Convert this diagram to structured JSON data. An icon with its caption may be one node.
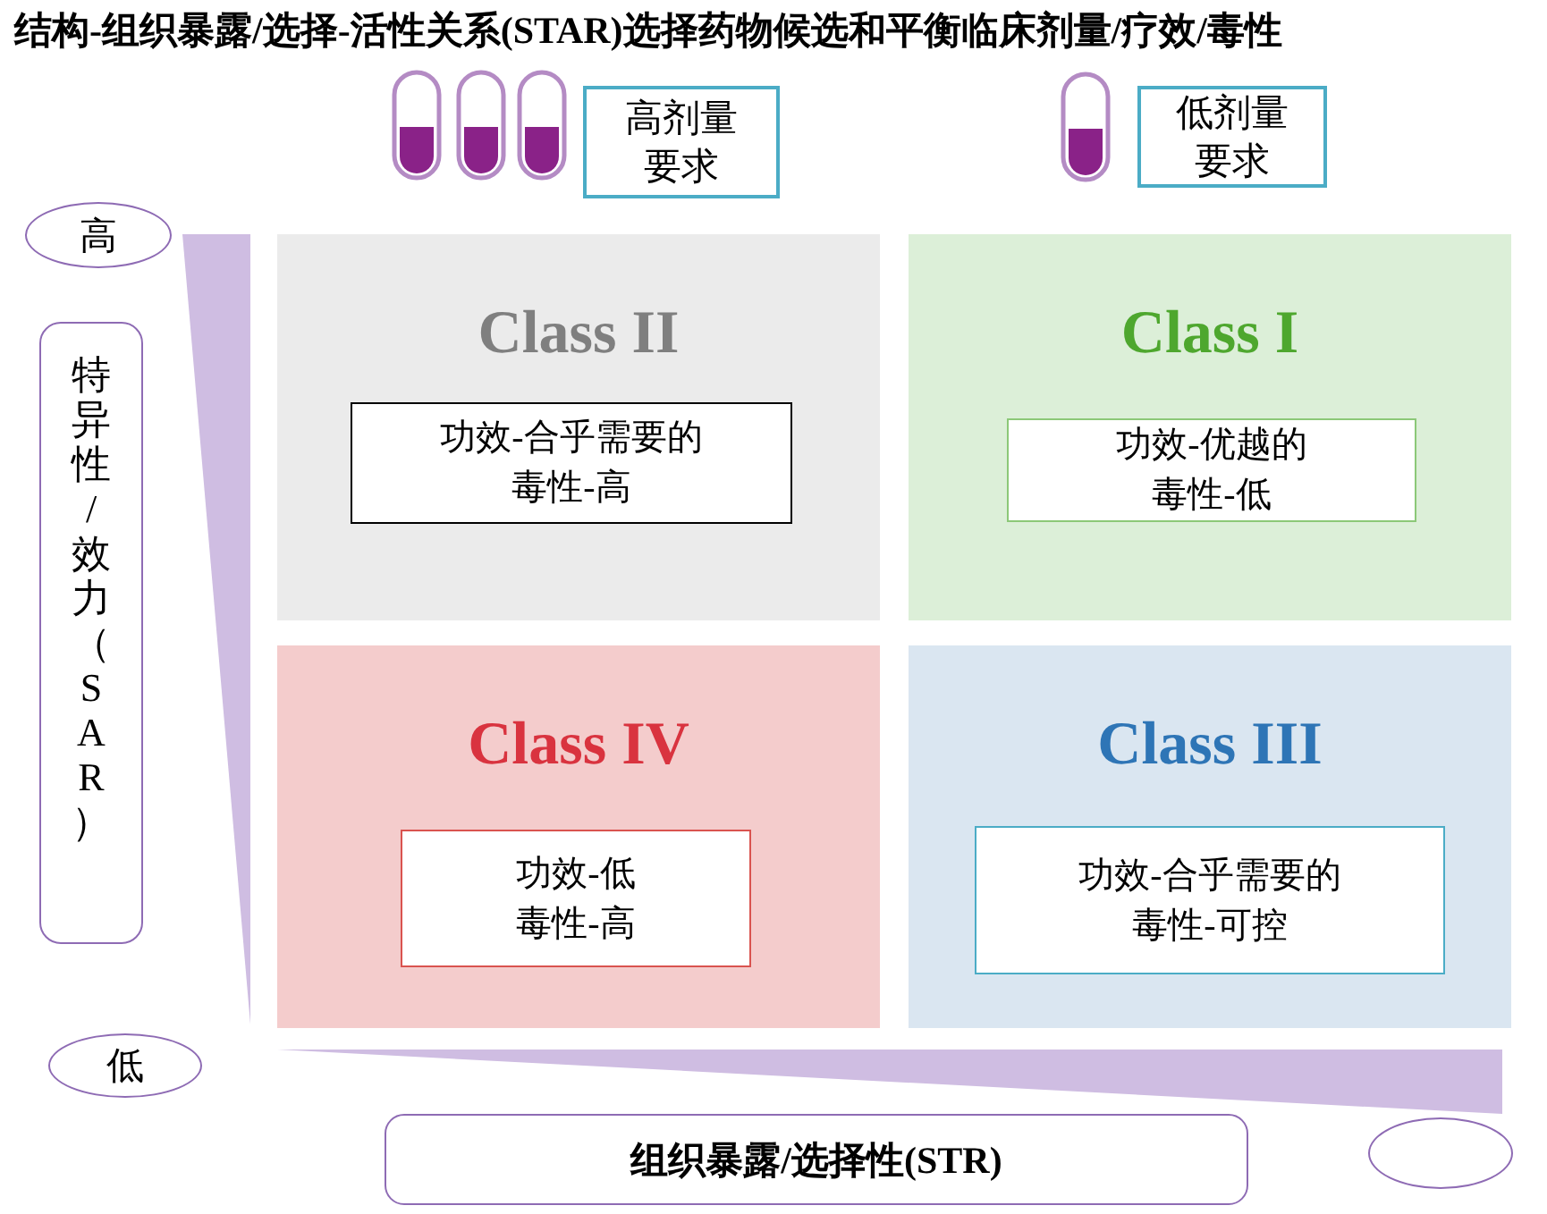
{
  "diagram": {
    "title": "结构-组织暴露/选择-活性关系(STAR)选择药物候选和平衡临床剂量/疗效/毒性",
    "nodes": [
      {
        "text": [
          "高剂量要求"
        ]
      },
      {
        "text": [
          "低剂量要求"
        ]
      },
      {
        "text": [
          "高"
        ]
      },
      {
        "text": [
          "特异性/效力（SAR）"
        ]
      },
      {
        "text": [],
        "shape": "triangle"
      },
      {
        "text": [
          "Class II"
        ]
      },
      {
        "text": [
          "功效-合乎需要的毒性-高"
        ],
        "in": 5
      },
      {
        "text": [
          "Class I"
        ]
      },
      {
        "text": [
          "功效-优越的毒性-低"
        ],
        "in": 7
      },
      {
        "text": [
          "Class IV"
        ]
      },
      {
        "text": [
          "功效-低毒性-高"
        ],
        "in": 9
      },
      {
        "text": [
          "Class III"
        ]
      },
      {
        "text": [
          "功效-合乎需要的毒性-可控"
        ],
        "in": 11
      },
      {
        "text": [
          "低"
        ]
      },
      {
        "text": [],
        "shape": "triangle"
      },
      {
        "text": [
          "组织暴露/选择性(STR)"
        ]
      },
      {
        "text": [],
        "shape": "circle"
      }
    ]
  }
}
